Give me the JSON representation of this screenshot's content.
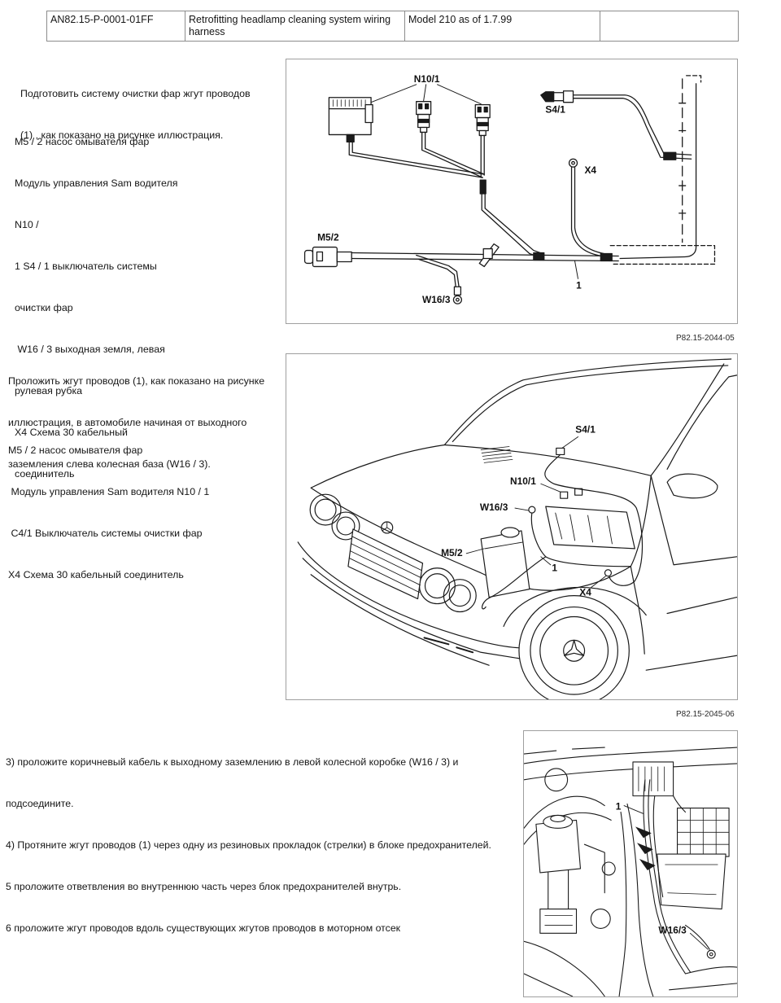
{
  "header": {
    "document_number": "AN82.15-P-0001-01FF",
    "title": "Retrofitting headlamp cleaning system wiring harness",
    "model": "Model 210 as of 1.7.99"
  },
  "section1": {
    "intro": [
      "Подготовить систему очистки фар жгут проводов",
      "(1) , как показано на рисунке иллюстрация."
    ],
    "legend": [
      "M5 / 2 насос омывателя фар",
      "Модуль управления Sam водителя",
      "N10 /",
      "1 S4 / 1 выключатель системы",
      "очистки фар",
      " W16 / 3 выходная земля, левая",
      "рулевая рубка",
      "X4 Схема 30 кабельный",
      "соединитель"
    ],
    "figure": {
      "labels": {
        "n10_1": "N10/1",
        "s4_1": "S4/1",
        "x4": "X4",
        "m5_2": "M5/2",
        "w16_3": "W16/3",
        "harness": "1"
      },
      "caption": "P82.15-2044-05"
    }
  },
  "section2": {
    "intro": [
      "Проложить жгут проводов (1), как показано на рисунке",
      "иллюстрация, в автомобиле начиная от выходного",
      "заземления слева колесная база (W16 / 3)."
    ],
    "legend": [
      "M5 / 2 насос омывателя фар",
      " Модуль управления Sam водителя N10 / 1",
      " C4/1 Выключатель системы очистки фар",
      "X4 Схема 30 кабельный соединитель"
    ],
    "figure": {
      "labels": {
        "s4_1": "S4/1",
        "n10_1": "N10/1",
        "w16_3": "W16/3",
        "m5_2": "M5/2",
        "harness": "1",
        "x4": "X4"
      },
      "caption": "P82.15-2045-06"
    }
  },
  "section3": {
    "steps": [
      "3) проложите коричневый кабель к выходному заземлению в левой колесной коробке (W16 / 3) и",
      "подсоедините.",
      "4) Протяните жгут проводов (1) через одну из резиновых прокладок (стрелки) в блоке предохранителей.",
      "5 проложите ответвления во внутреннюю часть через блок предохранителей внутрь.",
      "6 проложите жгут проводов вдоль существующих жгутов проводов в моторном отсек"
    ],
    "figure": {
      "labels": {
        "harness": "1",
        "w16_3": "W16/3"
      }
    }
  }
}
